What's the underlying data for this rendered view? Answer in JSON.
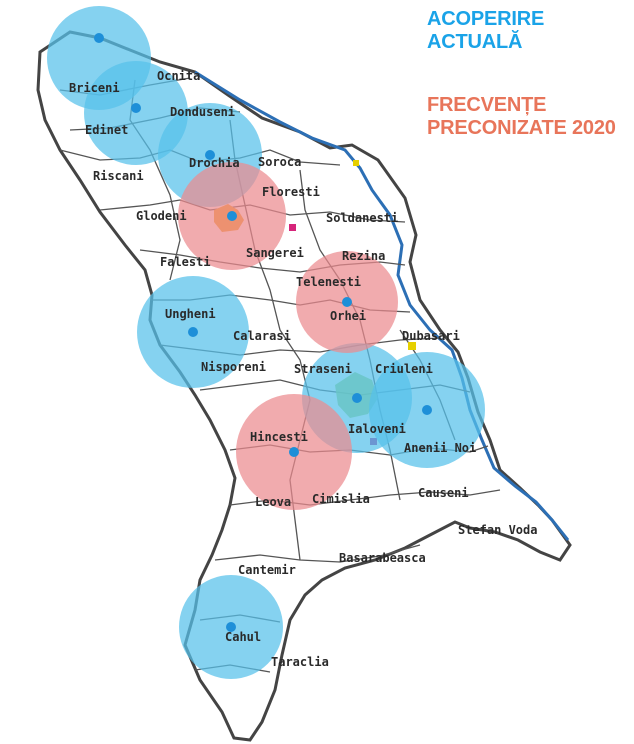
{
  "legend": {
    "current": {
      "line1": "ACOPERIRE",
      "line2": "ACTUALĂ",
      "color": "#1aa3e8"
    },
    "planned": {
      "line1": "FRECVENȚE",
      "line2": "PRECONIZATE 2020",
      "color": "#e8755a"
    }
  },
  "map": {
    "land_color": "#ffffff",
    "border_color": "#555555",
    "river_color": "#2c6fb5",
    "coverage_current_color": "#56c1ea",
    "coverage_planned_color": "#ec8a8f",
    "district_labels": [
      {
        "id": "briceni",
        "text": "Briceni"
      },
      {
        "id": "ocnita",
        "text": "Ocnita"
      },
      {
        "id": "edinet",
        "text": "Edinet"
      },
      {
        "id": "donduseni",
        "text": "Donduseni"
      },
      {
        "id": "riscani",
        "text": "Riscani"
      },
      {
        "id": "drochia",
        "text": "Drochia"
      },
      {
        "id": "soroca",
        "text": "Soroca"
      },
      {
        "id": "floresti",
        "text": "Floresti"
      },
      {
        "id": "glodeni",
        "text": "Glodeni"
      },
      {
        "id": "soldanesti",
        "text": "Soldanesti"
      },
      {
        "id": "falesti",
        "text": "Falesti"
      },
      {
        "id": "singerei",
        "text": "Sangerei"
      },
      {
        "id": "rezina",
        "text": "Rezina"
      },
      {
        "id": "telenesti",
        "text": "Telenesti"
      },
      {
        "id": "ungheni",
        "text": "Ungheni"
      },
      {
        "id": "orhei",
        "text": "Orhei"
      },
      {
        "id": "dubasari",
        "text": "Dubasari"
      },
      {
        "id": "calarasi",
        "text": "Calarasi"
      },
      {
        "id": "nisporeni",
        "text": "Nisporeni"
      },
      {
        "id": "straseni",
        "text": "Straseni"
      },
      {
        "id": "criuleni",
        "text": "Criuleni"
      },
      {
        "id": "ialoveni",
        "text": "Ialoveni"
      },
      {
        "id": "hincesti",
        "text": "Hincesti"
      },
      {
        "id": "anenii-noi",
        "text": "Anenii Noi"
      },
      {
        "id": "causeni",
        "text": "Causeni"
      },
      {
        "id": "leova",
        "text": "Leova"
      },
      {
        "id": "cimislia",
        "text": "Cimislia"
      },
      {
        "id": "stefan-voda",
        "text": "Stefan Voda"
      },
      {
        "id": "basarabeasca",
        "text": "Basarabeasca"
      },
      {
        "id": "cantemir",
        "text": "Cantemir"
      },
      {
        "id": "cahul",
        "text": "Cahul"
      },
      {
        "id": "taraclia",
        "text": "Taraclia"
      }
    ]
  }
}
